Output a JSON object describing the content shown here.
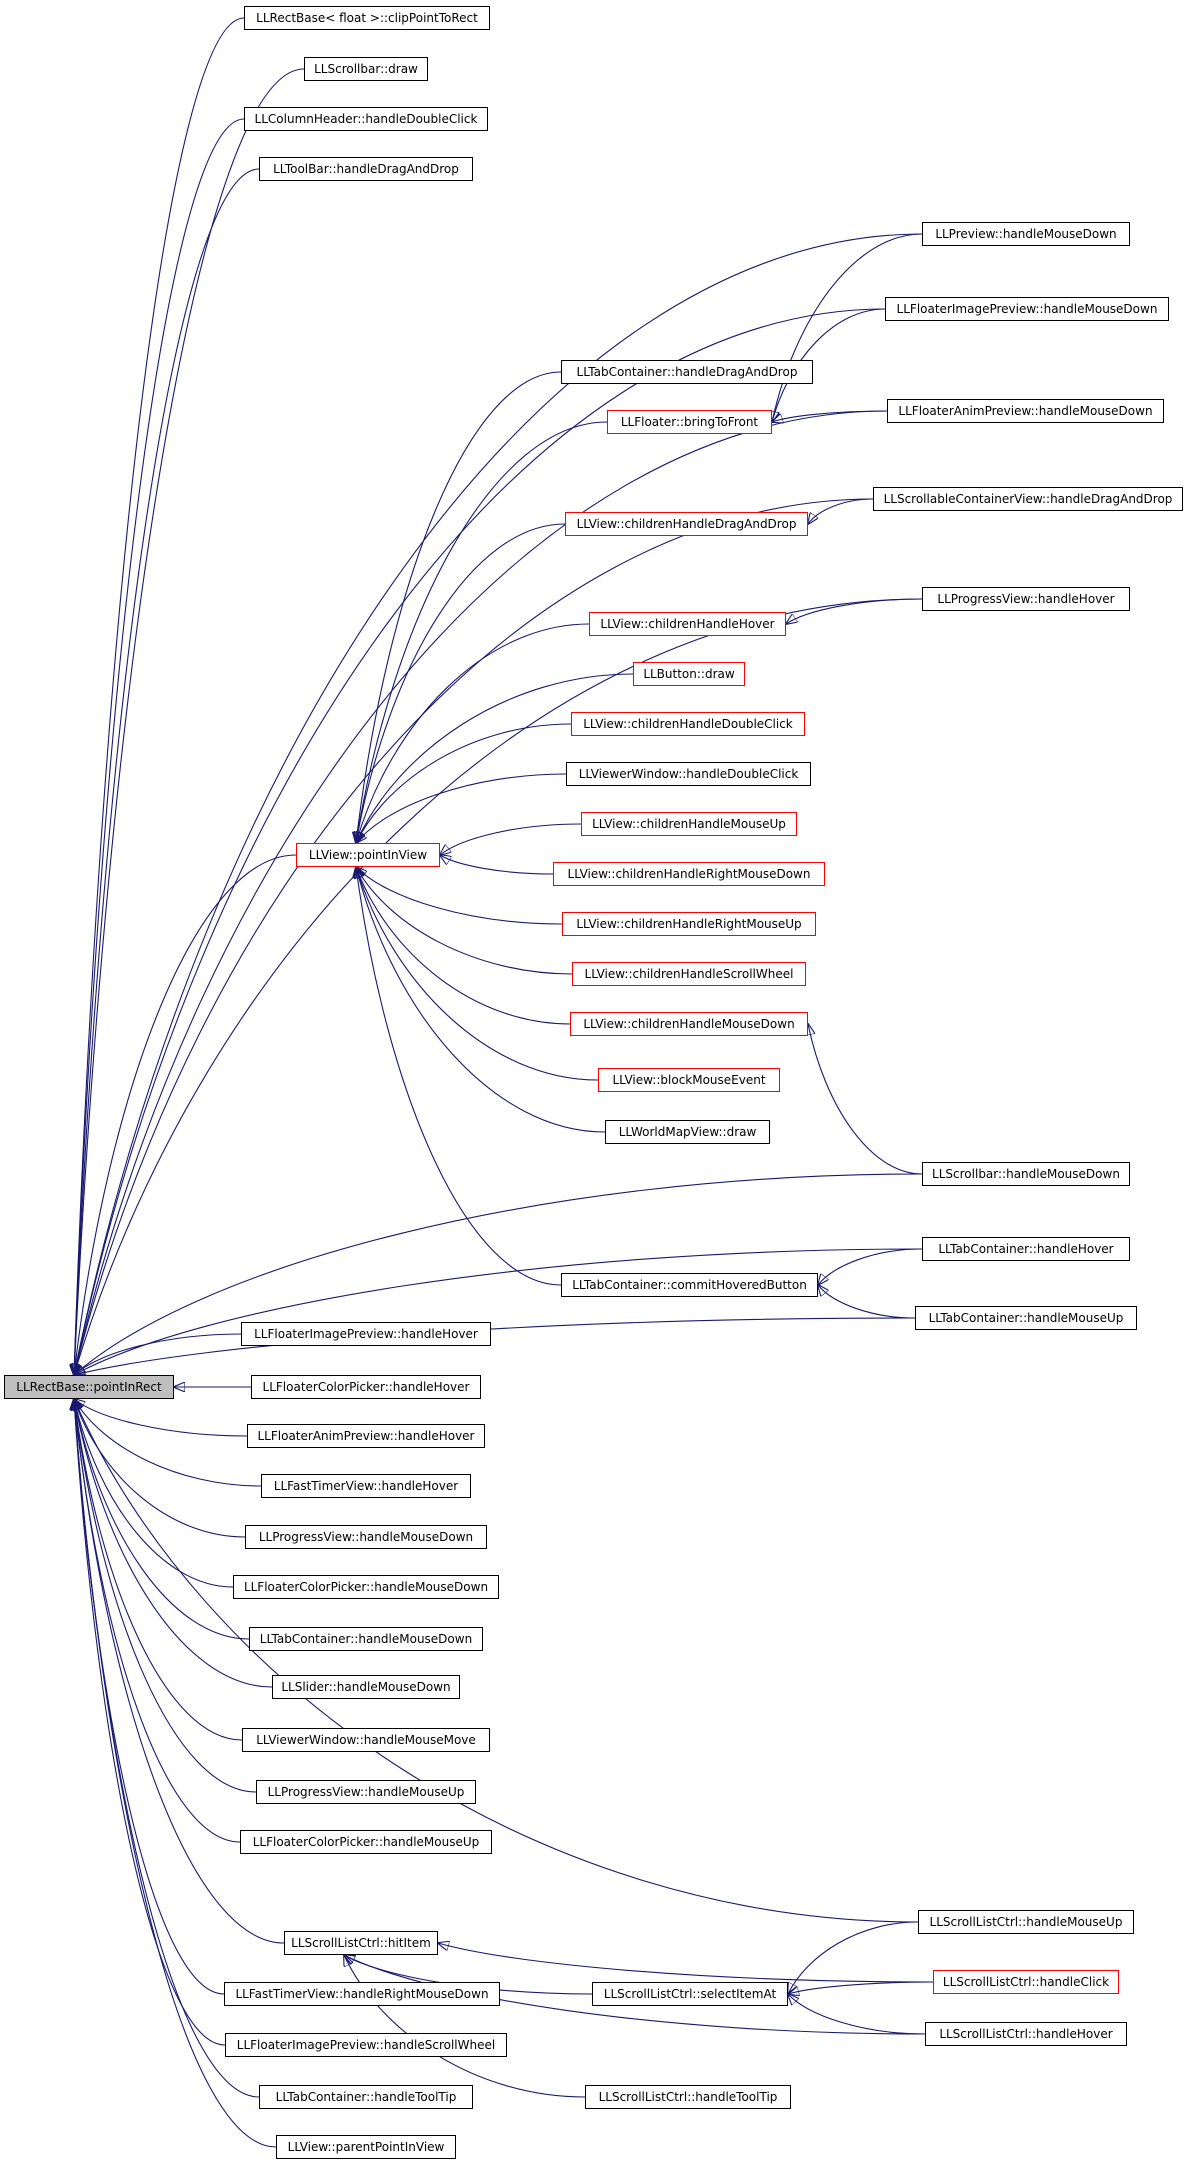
{
  "colors": {
    "edge": "#191970",
    "node_border": "#000000",
    "truncated_border": "#ff0000",
    "root_fill": "#bfbfbf"
  },
  "nodes": [
    {
      "id": "root",
      "label": "LLRectBase::pointInRect",
      "style": "root"
    },
    {
      "id": "n1",
      "label": "LLRectBase< float >::clipPointToRect",
      "style": "normal"
    },
    {
      "id": "n2",
      "label": "LLScrollbar::draw",
      "style": "normal"
    },
    {
      "id": "n3",
      "label": "LLColumnHeader::handleDoubleClick",
      "style": "normal"
    },
    {
      "id": "n4",
      "label": "LLToolBar::handleDragAndDrop",
      "style": "normal"
    },
    {
      "id": "n5",
      "label": "LLPreview::handleMouseDown",
      "style": "normal"
    },
    {
      "id": "n6",
      "label": "LLFloaterImagePreview::handleMouseDown",
      "style": "normal"
    },
    {
      "id": "n7",
      "label": "LLTabContainer::handleDragAndDrop",
      "style": "normal"
    },
    {
      "id": "n8",
      "label": "LLFloater::bringToFront",
      "style": "red"
    },
    {
      "id": "n9",
      "label": "LLFloaterAnimPreview::handleMouseDown",
      "style": "normal"
    },
    {
      "id": "n10",
      "label": "LLScrollableContainerView::handleDragAndDrop",
      "style": "normal"
    },
    {
      "id": "n11",
      "label": "LLView::childrenHandleDragAndDrop",
      "style": "red"
    },
    {
      "id": "n12",
      "label": "LLProgressView::handleHover",
      "style": "normal"
    },
    {
      "id": "n13",
      "label": "LLView::childrenHandleHover",
      "style": "red"
    },
    {
      "id": "n14",
      "label": "LLButton::draw",
      "style": "red"
    },
    {
      "id": "n15",
      "label": "LLView::childrenHandleDoubleClick",
      "style": "red"
    },
    {
      "id": "n16",
      "label": "LLViewerWindow::handleDoubleClick",
      "style": "normal"
    },
    {
      "id": "n17",
      "label": "LLView::childrenHandleMouseUp",
      "style": "red"
    },
    {
      "id": "n18",
      "label": "LLView::pointInView",
      "style": "red"
    },
    {
      "id": "n19",
      "label": "LLView::childrenHandleRightMouseDown",
      "style": "red"
    },
    {
      "id": "n20",
      "label": "LLView::childrenHandleRightMouseUp",
      "style": "red"
    },
    {
      "id": "n21",
      "label": "LLView::childrenHandleScrollWheel",
      "style": "red"
    },
    {
      "id": "n22",
      "label": "LLView::childrenHandleMouseDown",
      "style": "red"
    },
    {
      "id": "n23",
      "label": "LLView::blockMouseEvent",
      "style": "red"
    },
    {
      "id": "n24",
      "label": "LLWorldMapView::draw",
      "style": "normal"
    },
    {
      "id": "n25",
      "label": "LLScrollbar::handleMouseDown",
      "style": "normal"
    },
    {
      "id": "n26",
      "label": "LLTabContainer::handleHover",
      "style": "normal"
    },
    {
      "id": "n27",
      "label": "LLTabContainer::commitHoveredButton",
      "style": "normal"
    },
    {
      "id": "n28",
      "label": "LLTabContainer::handleMouseUp",
      "style": "normal"
    },
    {
      "id": "n29",
      "label": "LLFloaterImagePreview::handleHover",
      "style": "normal"
    },
    {
      "id": "n30",
      "label": "LLFloaterColorPicker::handleHover",
      "style": "normal"
    },
    {
      "id": "n31",
      "label": "LLFloaterAnimPreview::handleHover",
      "style": "normal"
    },
    {
      "id": "n32",
      "label": "LLFastTimerView::handleHover",
      "style": "normal"
    },
    {
      "id": "n33",
      "label": "LLProgressView::handleMouseDown",
      "style": "normal"
    },
    {
      "id": "n34",
      "label": "LLFloaterColorPicker::handleMouseDown",
      "style": "normal"
    },
    {
      "id": "n35",
      "label": "LLTabContainer::handleMouseDown",
      "style": "normal"
    },
    {
      "id": "n36",
      "label": "LLSlider::handleMouseDown",
      "style": "normal"
    },
    {
      "id": "n37",
      "label": "LLViewerWindow::handleMouseMove",
      "style": "normal"
    },
    {
      "id": "n38",
      "label": "LLProgressView::handleMouseUp",
      "style": "normal"
    },
    {
      "id": "n39",
      "label": "LLFloaterColorPicker::handleMouseUp",
      "style": "normal"
    },
    {
      "id": "n40",
      "label": "LLScrollListCtrl::handleMouseUp",
      "style": "normal"
    },
    {
      "id": "n41",
      "label": "LLScrollListCtrl::hitItem",
      "style": "normal"
    },
    {
      "id": "n42",
      "label": "LLScrollListCtrl::handleClick",
      "style": "red"
    },
    {
      "id": "n43",
      "label": "LLFastTimerView::handleRightMouseDown",
      "style": "normal"
    },
    {
      "id": "n44",
      "label": "LLScrollListCtrl::selectItemAt",
      "style": "normal"
    },
    {
      "id": "n45",
      "label": "LLScrollListCtrl::handleHover",
      "style": "normal"
    },
    {
      "id": "n46",
      "label": "LLFloaterImagePreview::handleScrollWheel",
      "style": "normal"
    },
    {
      "id": "n47",
      "label": "LLTabContainer::handleToolTip",
      "style": "normal"
    },
    {
      "id": "n48",
      "label": "LLScrollListCtrl::handleToolTip",
      "style": "normal"
    },
    {
      "id": "n49",
      "label": "LLView::parentPointInView",
      "style": "normal"
    }
  ],
  "edges": [
    [
      "n1",
      "root"
    ],
    [
      "n2",
      "root"
    ],
    [
      "n3",
      "root"
    ],
    [
      "n4",
      "root"
    ],
    [
      "n5",
      "root"
    ],
    [
      "n6",
      "root"
    ],
    [
      "n9",
      "root"
    ],
    [
      "n10",
      "root"
    ],
    [
      "n12",
      "root"
    ],
    [
      "n18",
      "root"
    ],
    [
      "n25",
      "root"
    ],
    [
      "n26",
      "root"
    ],
    [
      "n28",
      "root"
    ],
    [
      "n29",
      "root"
    ],
    [
      "n30",
      "root"
    ],
    [
      "n31",
      "root"
    ],
    [
      "n32",
      "root"
    ],
    [
      "n33",
      "root"
    ],
    [
      "n34",
      "root"
    ],
    [
      "n35",
      "root"
    ],
    [
      "n36",
      "root"
    ],
    [
      "n37",
      "root"
    ],
    [
      "n38",
      "root"
    ],
    [
      "n39",
      "root"
    ],
    [
      "n40",
      "root"
    ],
    [
      "n41",
      "root"
    ],
    [
      "n43",
      "root"
    ],
    [
      "n46",
      "root"
    ],
    [
      "n47",
      "root"
    ],
    [
      "n49",
      "root"
    ],
    [
      "n7",
      "n18"
    ],
    [
      "n8",
      "n18"
    ],
    [
      "n11",
      "n18"
    ],
    [
      "n13",
      "n18"
    ],
    [
      "n14",
      "n18"
    ],
    [
      "n15",
      "n18"
    ],
    [
      "n16",
      "n18"
    ],
    [
      "n17",
      "n18"
    ],
    [
      "n19",
      "n18"
    ],
    [
      "n20",
      "n18"
    ],
    [
      "n21",
      "n18"
    ],
    [
      "n22",
      "n18"
    ],
    [
      "n23",
      "n18"
    ],
    [
      "n24",
      "n18"
    ],
    [
      "n27",
      "n18"
    ],
    [
      "n5",
      "n8"
    ],
    [
      "n6",
      "n8"
    ],
    [
      "n9",
      "n8"
    ],
    [
      "n10",
      "n11"
    ],
    [
      "n12",
      "n13"
    ],
    [
      "n25",
      "n22"
    ],
    [
      "n26",
      "n27"
    ],
    [
      "n28",
      "n27"
    ],
    [
      "n40",
      "n44"
    ],
    [
      "n42",
      "n44"
    ],
    [
      "n45",
      "n44"
    ],
    [
      "n42",
      "n41"
    ],
    [
      "n44",
      "n41"
    ],
    [
      "n45",
      "n41"
    ],
    [
      "n48",
      "n41"
    ]
  ]
}
